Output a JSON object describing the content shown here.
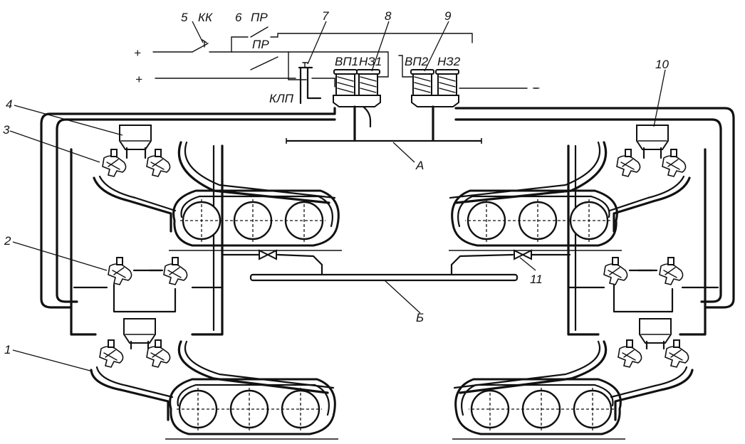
{
  "diagram": {
    "labels": {
      "n1": "1",
      "n2": "2",
      "n3": "3",
      "n4": "4",
      "n5": "5",
      "n6": "6",
      "n7": "7",
      "n8": "8",
      "n9": "9",
      "n10": "10",
      "n11": "11",
      "kk": "КК",
      "pr_top": "ПР",
      "pr_mid": "ПР",
      "klp": "КЛП",
      "vp1": "ВП1",
      "nz1": "НЗ1",
      "vp2": "ВП2",
      "nz2": "НЗ2",
      "plus_top": "+",
      "plus_bottom": "+",
      "minus": "–",
      "a": "А",
      "b": "Б"
    }
  }
}
